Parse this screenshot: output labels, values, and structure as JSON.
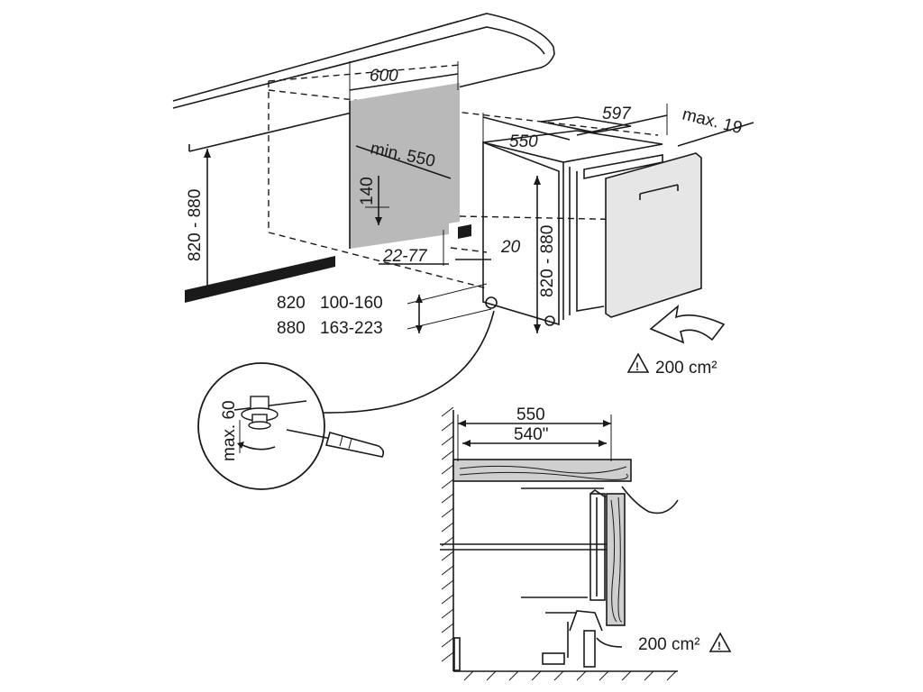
{
  "dimensions": {
    "niche_width": "600",
    "appliance_width": "597",
    "max_door": "max. 19",
    "appliance_depth": "550",
    "min_depth": "min. 550",
    "plinth_gap": "140",
    "height_left": "820 - 880",
    "height_right": "820 - 880",
    "rear_gap": "22-77",
    "side_gap": "20",
    "table_row1_h": "820",
    "table_row1_v": "100-160",
    "table_row2_h": "880",
    "table_row2_v": "163-223",
    "foot_max": "max. 60",
    "vent_top": "200 cm²",
    "section_depth": "550",
    "section_inner": "540\"",
    "vent_bottom": "200 cm²"
  },
  "icons": [
    "warning-icon",
    "screwdriver-icon",
    "rotation-arrow-icon",
    "airflow-arrow-icon"
  ]
}
